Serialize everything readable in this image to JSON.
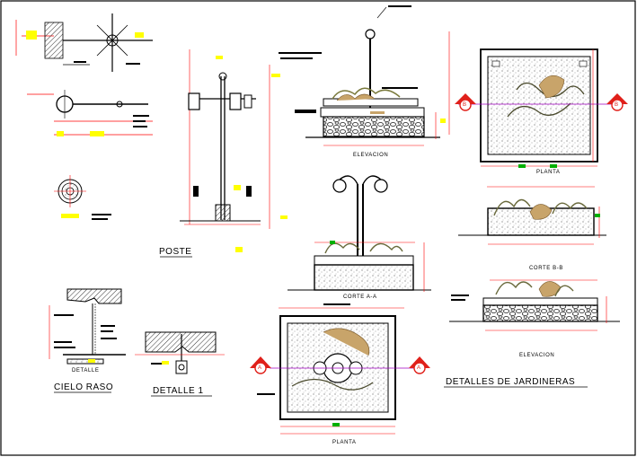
{
  "labels": {
    "poste": "POSTE",
    "cielo_raso": "CIELO RASO",
    "detalle_1": "DETALLE 1",
    "detalle_label": "DETALLE",
    "elevacion_top": "ELEVACION",
    "planta_top": "PLANTA",
    "corte_aa": "CORTE A-A",
    "corte_bb": "CORTE B-B",
    "elevacion_right": "ELEVACION",
    "planta_bottom": "PLANTA",
    "detalles_jardineras": "DETALLES DE JARDINERAS",
    "marker_a": "A",
    "marker_b": "B"
  },
  "colors": {
    "line": "#000000",
    "dimension": "#ff0000",
    "plant": "#7a7a3c",
    "foliage": "#c8a46a",
    "highlight": "#ffff00",
    "accent_green": "#00b000",
    "section_marker": "#e0201a",
    "stone": "#333333",
    "gravel": "#9a9a9a"
  }
}
